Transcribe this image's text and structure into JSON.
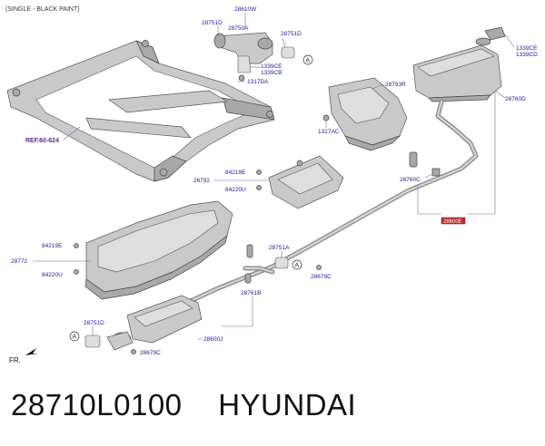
{
  "header_note": "(SINGLE - BLACK PAINT)",
  "fr_label": "FR.",
  "ref_label": "REF.60-624",
  "part_labels": {
    "p28610W": "28610W",
    "p28751D_top": "28751D",
    "p28750A": "28750A",
    "p28751D_right": "28751D",
    "p1339CE_a": "1339CE",
    "p1339CB": "1339CB",
    "p1317DA": "1317DA",
    "p1327AC": "1327AC",
    "p28793R": "28793R",
    "p1339CE_b": "1339CE",
    "p1339CD": "1339CD",
    "p28760D": "28760D",
    "p28760C": "28760C",
    "p84219E_a": "84219E",
    "p26792": "26792",
    "p84220U_a": "84220U",
    "p84219E_b": "84219E",
    "p28772": "28772",
    "p84220U_b": "84220U",
    "p28751A": "28751A",
    "p28679C_a": "28679C",
    "p28761B": "28761B",
    "p28751D_bottom": "28751D",
    "p28600J": "28600J",
    "p28679C_b": "28679C",
    "red_tag": "28600E"
  },
  "circle_marker": "A",
  "caption": {
    "part_number": "28710L0100",
    "brand": "HYUNDAI"
  }
}
